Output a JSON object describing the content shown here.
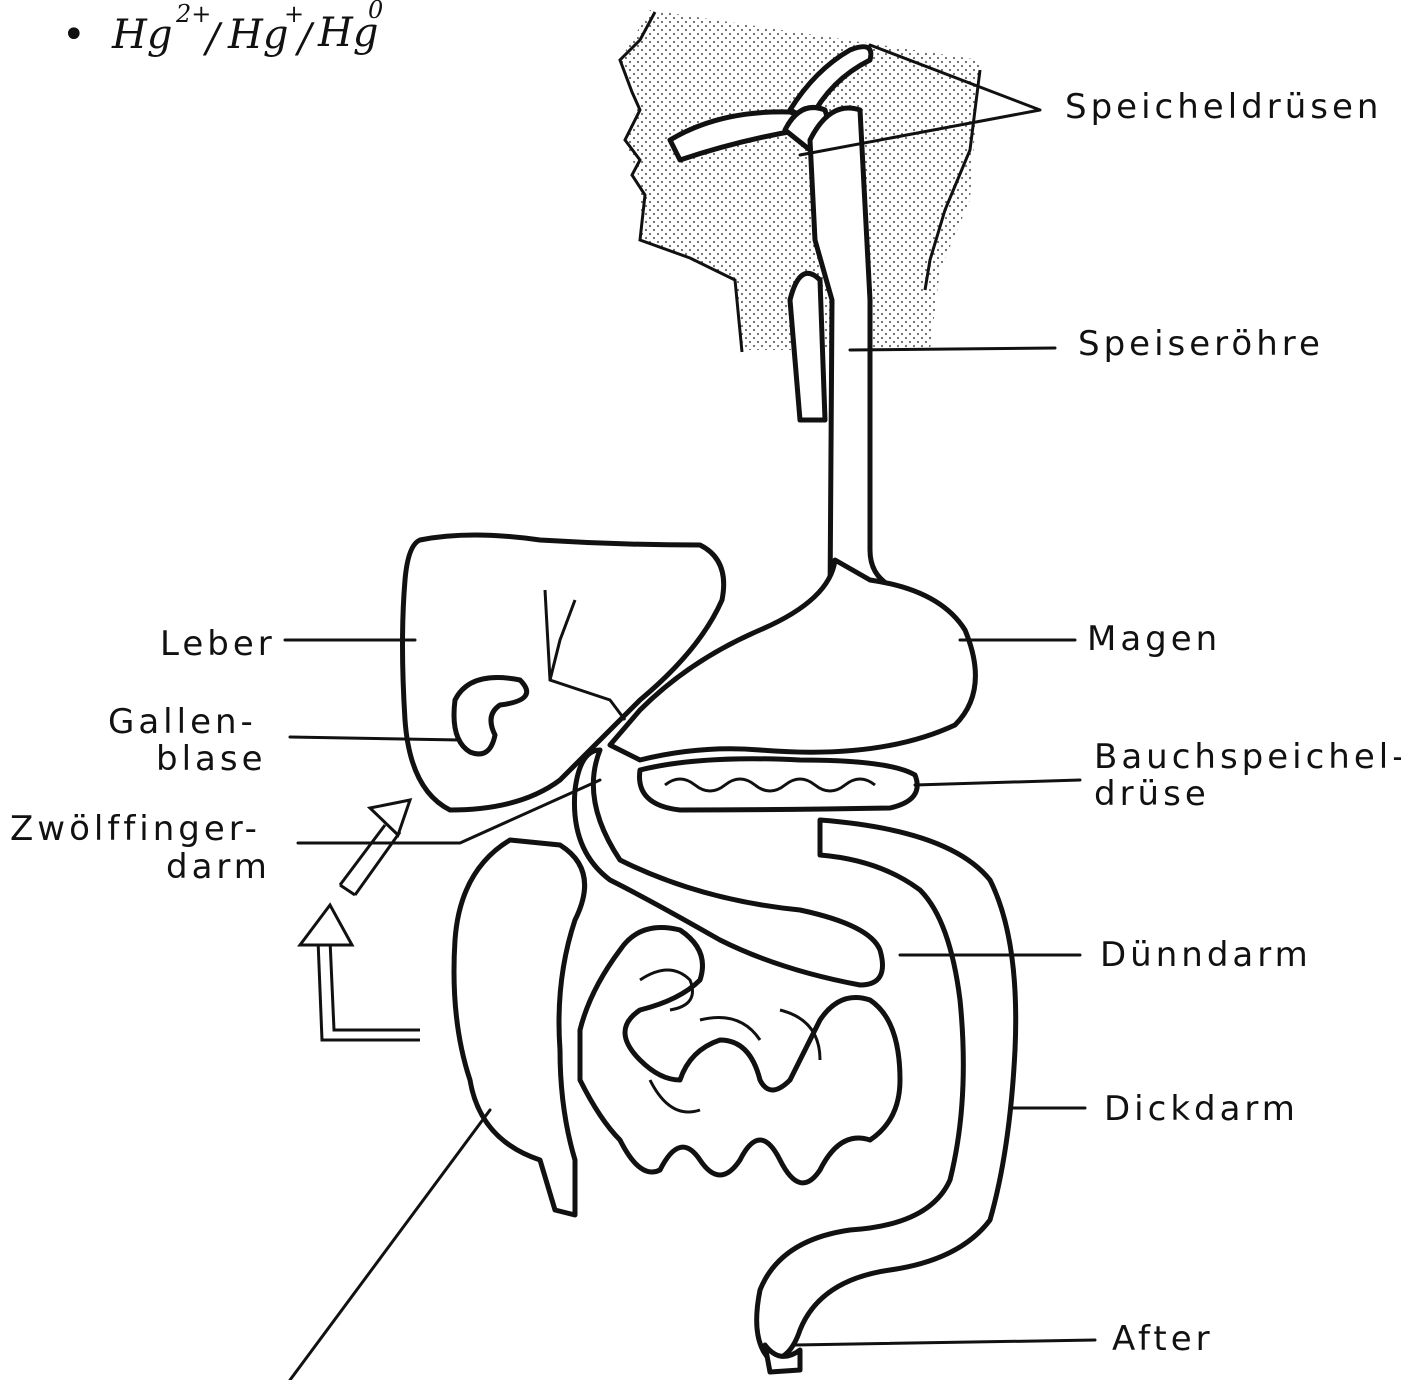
{
  "note": {
    "bullet": "•",
    "text": "Hg",
    "sup1": "2+",
    "sep1": "/",
    "text2": "Hg",
    "sup2": "+",
    "sep2": "/",
    "text3": "Hg",
    "sup3": "0"
  },
  "labels": {
    "speicheldruesen": "Speicheldrüsen",
    "speiseroehre": "Speiseröhre",
    "magen": "Magen",
    "bauchspeichel_1": "Bauchspeichel-",
    "bauchspeichel_2": "drüse",
    "duenndarm": "Dünndarm",
    "dickdarm": "Dickdarm",
    "after": "After",
    "leber": "Leber",
    "gallenblase_1": "Gallen-",
    "gallenblase_2": "blase",
    "zwoelffinger_1": "Zwölffinger-",
    "zwoelffinger_2": "darm"
  },
  "colors": {
    "ink": "#111111",
    "paper": "#ffffff",
    "shading": "#d0d0d0"
  }
}
